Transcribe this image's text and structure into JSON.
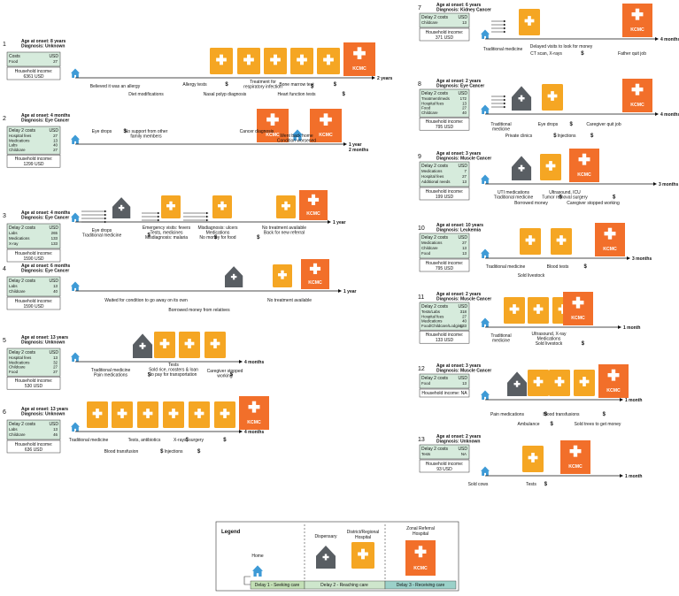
{
  "colors": {
    "home": "#3d9ad6",
    "dispensary": "#595e63",
    "district": "#f5a623",
    "kcmc": "#f26f2a",
    "cost_box": "#d6ebdc",
    "delay1": "#c3e0b6",
    "delay2": "#cee6cc",
    "delay3": "#9bd1c9"
  },
  "icons": {
    "home": "house-icon",
    "dispensary": "dispensary-icon",
    "district": "district-hospital-icon",
    "kcmc": "kcmc-hospital-icon"
  },
  "kcmc_label": "KCMC",
  "dollar": "$",
  "cases": [
    {
      "num": "1",
      "onset": "Age at onset:  8  years",
      "diagnosis": "Diagnosis:  Unknown",
      "cost_title": "Costs",
      "cost_usd": "USD",
      "costs": [
        [
          "Food",
          "27"
        ]
      ],
      "income_label": "Household income:",
      "income": "6361 USD",
      "duration": "2 years",
      "facilities": [
        "district",
        "district",
        "district",
        "district",
        "district",
        "kcmc"
      ],
      "events": [
        {
          "lines": [
            "Believed it was an allergy"
          ],
          "dollar": false
        },
        {
          "lines": [
            "Diet modifications"
          ],
          "dollar": false
        },
        {
          "lines": [
            "Allergy tests"
          ],
          "dollar": true
        },
        {
          "lines": [
            "Nasal polyp diagnosis"
          ],
          "dollar": false
        },
        {
          "lines": [
            "Treatment for",
            "respiratory infection"
          ],
          "dollar": true
        },
        {
          "lines": [
            "Bone marrow test"
          ],
          "dollar": true
        },
        {
          "lines": [
            "Heart function tests"
          ],
          "dollar": true
        }
      ]
    },
    {
      "num": "2",
      "onset": "Age at onset: 4 months",
      "diagnosis": "Diagnosis: Eye Cancer",
      "cost_title": "Delay 2 costs",
      "cost_usd": "USD",
      "costs": [
        [
          "Hospital fees",
          "27"
        ],
        [
          "Medications",
          "13"
        ],
        [
          "Labs",
          "40"
        ],
        [
          "Childcare",
          "27"
        ]
      ],
      "income_label": "Household income:",
      "income": "1299 USD",
      "duration": "1 year",
      "duration2": "2 months",
      "facilities": [
        "kcmc",
        "home",
        "kcmc"
      ],
      "events": [
        {
          "lines": [
            "Eye drops"
          ],
          "dollar": true
        },
        {
          "lines": [
            "No support from other",
            "family members"
          ],
          "dollar": false
        },
        {
          "lines": [
            "Cancer diagnosis"
          ],
          "dollar": false
        },
        {
          "lines": [
            "Went back home",
            "Condition worsened"
          ],
          "dollar": false
        }
      ]
    },
    {
      "num": "3",
      "onset": "Age at onset: 4 months",
      "diagnosis": "Diagnosis: Eye Cancer",
      "cost_title": "Delay 2 costs",
      "cost_usd": "USD",
      "costs": [
        [
          "Labs",
          "265"
        ],
        [
          "Medications",
          "133"
        ],
        [
          "X-ray",
          "133"
        ]
      ],
      "income_label": "Household income:",
      "income": "1590 USD",
      "duration": "1 year",
      "facilities": [
        "dispensary",
        "district",
        "district",
        "district",
        "kcmc"
      ],
      "events": [
        {
          "lines": [
            "Eye drops",
            "Traditional medicine"
          ],
          "dollar": true
        },
        {
          "lines": [
            "Emergency visits: fevers",
            "Tests, medicines",
            "Misdiagnosis: malaria"
          ],
          "dollar": true
        },
        {
          "lines": [
            "Misdiagnosis: ulcers",
            "Medications",
            "No money for food"
          ],
          "dollar": true
        },
        {
          "lines": [
            "No treatment available",
            "Back for new referral"
          ],
          "dollar": false
        }
      ]
    },
    {
      "num": "4",
      "onset": "Age at onset: 6 months",
      "diagnosis": "Diagnosis: Eye Cancer",
      "cost_title": "Delay 2 costs",
      "cost_usd": "USD",
      "costs": [
        [
          "Labs",
          "13"
        ],
        [
          "Childcare",
          "40"
        ]
      ],
      "income_label": "Household income:",
      "income": "1590 USD",
      "duration": "1 year",
      "facilities": [
        "dispensary",
        "district",
        "kcmc"
      ],
      "events": [
        {
          "lines": [
            "Waited for condition to go away on its own"
          ],
          "dollar": false
        },
        {
          "lines": [
            "Borrowed money from relatives"
          ],
          "dollar": false
        },
        {
          "lines": [
            "No treatment available"
          ],
          "dollar": false
        }
      ]
    },
    {
      "num": "5",
      "onset": "Age at onset: 13 years",
      "diagnosis": "Diagnosis: Unknown",
      "cost_title": "Delay 2 costs",
      "cost_usd": "USD",
      "costs": [
        [
          "Hospital fees",
          "13"
        ],
        [
          "Medications",
          "32"
        ],
        [
          "Childcare",
          "27"
        ],
        [
          "Food",
          "27"
        ]
      ],
      "income_label": "Household income:",
      "income": "530 USD",
      "duration": "4 months",
      "facilities": [
        "dispensary",
        "district",
        "district",
        "district",
        "kcmc"
      ],
      "events": [
        {
          "lines": [
            "Traditional medicine",
            "Pain medications"
          ],
          "dollar": true
        },
        {
          "lines": [
            "Tests",
            "Sold rice, roosters & loan",
            "to pay for transportation"
          ],
          "dollar": true
        },
        {
          "lines": [
            "Caregiver stopped",
            "working"
          ],
          "dollar": false
        }
      ]
    },
    {
      "num": "6",
      "onset": "Age at onset: 13 years",
      "diagnosis": "Diagnosis: Unknown",
      "cost_title": "Delay 2 costs",
      "cost_usd": "USD",
      "costs": [
        [
          "Labs",
          "13"
        ],
        [
          "Childcare",
          "46"
        ]
      ],
      "income_label": "Household income:",
      "income": "636 USD",
      "duration": "4 months",
      "facilities": [
        "district",
        "district",
        "district",
        "district",
        "district",
        "district",
        "kcmc"
      ],
      "events": [
        {
          "lines": [
            "Traditional medicine"
          ],
          "dollar": false
        },
        {
          "lines": [
            "Tests, antibiotics"
          ],
          "dollar": true
        },
        {
          "lines": [
            "X-rays, surgery"
          ],
          "dollar": true
        },
        {
          "lines": [
            "Blood transfusion"
          ],
          "dollar": true
        },
        {
          "lines": [
            "Injections"
          ],
          "dollar": true
        }
      ]
    },
    {
      "num": "7",
      "onset": "Age at onset: 6 years",
      "diagnosis": "Diagnosis: Kidney Cancer",
      "cost_title": "Delay 2 costs",
      "cost_usd": "USD",
      "costs": [
        [
          "Childcare",
          "13"
        ]
      ],
      "income_label": "Household income:",
      "income": "371 USD",
      "duration": "4 months",
      "facilities": [
        "district",
        "kcmc"
      ],
      "events": [
        {
          "lines": [
            "Traditional medicine"
          ],
          "dollar": false
        },
        {
          "lines": [
            "Delayed visits to look for money"
          ],
          "dollar": false
        },
        {
          "lines": [
            "CT scan, X-rays"
          ],
          "dollar": true
        },
        {
          "lines": [
            "Father quit job"
          ],
          "dollar": false
        }
      ]
    },
    {
      "num": "8",
      "onset": "Age at onset: 2 years",
      "diagnosis": "Diagnosis: Eye Cancer",
      "cost_title": "Delay 2 costs",
      "cost_usd": "USD",
      "costs": [
        [
          "Treatment/meds",
          "172"
        ],
        [
          "Hospital fees",
          "13"
        ],
        [
          "Food",
          "27"
        ],
        [
          "Childcare",
          "40"
        ]
      ],
      "income_label": "Household income:",
      "income": "795 USD",
      "duration": "4 months",
      "facilities": [
        "dispensary",
        "district",
        "kcmc"
      ],
      "events": [
        {
          "lines": [
            "Traditional",
            "medicine"
          ],
          "dollar": false
        },
        {
          "lines": [
            "Private clinics"
          ],
          "dollar": true
        },
        {
          "lines": [
            "Eye drops"
          ],
          "dollar": true
        },
        {
          "lines": [
            "Injections"
          ],
          "dollar": true
        },
        {
          "lines": [
            "Caregiver quit job"
          ],
          "dollar": false
        }
      ]
    },
    {
      "num": "9",
      "onset": "Age at onset: 3 years",
      "diagnosis": "Diagnosis: Muscle Cancer",
      "cost_title": "Delay 2 costs",
      "cost_usd": "USD",
      "costs": [
        [
          "Medications",
          "7"
        ],
        [
          "Hospital fees",
          "27"
        ],
        [
          "Additional needs",
          "13"
        ]
      ],
      "income_label": "Household income:",
      "income": "199 USD",
      "duration": "3 months",
      "facilities": [
        "dispensary",
        "district",
        "kcmc"
      ],
      "events": [
        {
          "lines": [
            "UTI medications",
            "Traditional medicine"
          ],
          "dollar": true
        },
        {
          "lines": [
            "Borrowed money"
          ],
          "dollar": false
        },
        {
          "lines": [
            "Ultrasound, ICU",
            "Tumor removal surgery"
          ],
          "dollar": true
        },
        {
          "lines": [
            "Caregiver stopped working"
          ],
          "dollar": false
        }
      ]
    },
    {
      "num": "10",
      "onset": "Age at onset: 10 years",
      "diagnosis": "Diagnosis: Leukemia",
      "cost_title": "Delay 2 costs",
      "cost_usd": "USD",
      "costs": [
        [
          "Medications",
          "27"
        ],
        [
          "Childcare",
          "13"
        ],
        [
          "Food",
          "13"
        ]
      ],
      "income_label": "Household income:",
      "income": "795 USD",
      "duration": "3 months",
      "facilities": [
        "district",
        "district",
        "kcmc"
      ],
      "events": [
        {
          "lines": [
            "Traditional medicine"
          ],
          "dollar": false
        },
        {
          "lines": [
            "Sold livestock"
          ],
          "dollar": false
        },
        {
          "lines": [
            "Blood tests"
          ],
          "dollar": true
        }
      ]
    },
    {
      "num": "11",
      "onset": "Age at onset: 2 years",
      "diagnosis": "Diagnosis: Muscle Cancer",
      "cost_title": "Delay 2 costs",
      "cost_usd": "USD",
      "costs": [
        [
          "Tests/Labs",
          "318"
        ],
        [
          "Hospital fees",
          "27"
        ],
        [
          "Medications",
          "40"
        ],
        [
          "Food/Childcare/Lodging",
          "133"
        ]
      ],
      "income_label": "Household income:",
      "income": "133 USD",
      "duration": "1 month",
      "facilities": [
        "district",
        "district",
        "district",
        "kcmc"
      ],
      "events": [
        {
          "lines": [
            "Traditional",
            "medicine"
          ],
          "dollar": false
        },
        {
          "lines": [
            "Ultrasound, X-ray",
            "Medications",
            "Sold livestock"
          ],
          "dollar": true
        }
      ]
    },
    {
      "num": "12",
      "onset": "Age at onset: 3 years",
      "diagnosis": "Diagnosis: Muscle Cancer",
      "cost_title": "Delay 2 costs",
      "cost_usd": "USD",
      "costs": [
        [
          "Food",
          "13"
        ]
      ],
      "income_label": "Household income: NA",
      "income": "",
      "duration": "1 month",
      "facilities": [
        "dispensary",
        "district",
        "district",
        "district",
        "kcmc"
      ],
      "events": [
        {
          "lines": [
            "Pain medications"
          ],
          "dollar": true
        },
        {
          "lines": [
            "Ambulance"
          ],
          "dollar": true
        },
        {
          "lines": [
            "Blood transfusions"
          ],
          "dollar": true
        },
        {
          "lines": [
            "Sold trees to get money"
          ],
          "dollar": false
        }
      ]
    },
    {
      "num": "13",
      "onset": "Age at onset: 2 years",
      "diagnosis": "Diagnosis: Unknown",
      "cost_title": "Delay 2 costs",
      "cost_usd": "USD",
      "costs": [
        [
          "Tests",
          "NA"
        ]
      ],
      "income_label": "Household income:",
      "income": "93 USD",
      "duration": "1 month",
      "facilities": [
        "district",
        "kcmc"
      ],
      "events": [
        {
          "lines": [
            "Sold cows"
          ],
          "dollar": false
        },
        {
          "lines": [
            "Tests"
          ],
          "dollar": true
        }
      ]
    }
  ],
  "legend": {
    "title": "Legend",
    "home": "Home",
    "dispensary": "Dispensary",
    "district": [
      "District/Regional",
      "Hospital"
    ],
    "zonal": [
      "Zonal Referral",
      "Hospital"
    ],
    "delay1": "Delay 1 - Seeking care",
    "delay2": "Delay 2 - Reaching care",
    "delay3": "Delay 3 - Receiving care"
  }
}
